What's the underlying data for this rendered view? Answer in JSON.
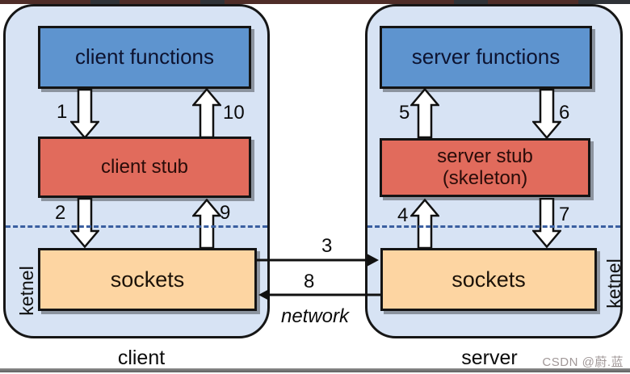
{
  "diagram": {
    "client_panel": {
      "title": "client",
      "side_label": "ketnel",
      "functions_box": "client functions",
      "stub_box": "client stub",
      "sockets_box": "sockets",
      "labels": {
        "step1": "1",
        "step10": "10",
        "step2": "2",
        "step9": "9"
      }
    },
    "server_panel": {
      "title": "server",
      "side_label": "ketnel",
      "functions_box": "server functions",
      "stub_box_line1": "server stub",
      "stub_box_line2": "(skeleton)",
      "sockets_box": "sockets",
      "labels": {
        "step5": "5",
        "step6": "6",
        "step4": "4",
        "step7": "7"
      }
    },
    "network": {
      "label": "network",
      "request_arrow": "3",
      "reply_arrow": "8"
    },
    "watermark": "CSDN @蔚.蓝",
    "colors": {
      "panel_fill": "#d7e3f4",
      "functions_box_fill": "#5e94cf",
      "stub_box_fill": "#e16b5c",
      "sockets_box_fill": "#fdd5a2",
      "kernel_boundary_dash": "#3a5fa0",
      "watermark_gray": "#a19898"
    }
  }
}
